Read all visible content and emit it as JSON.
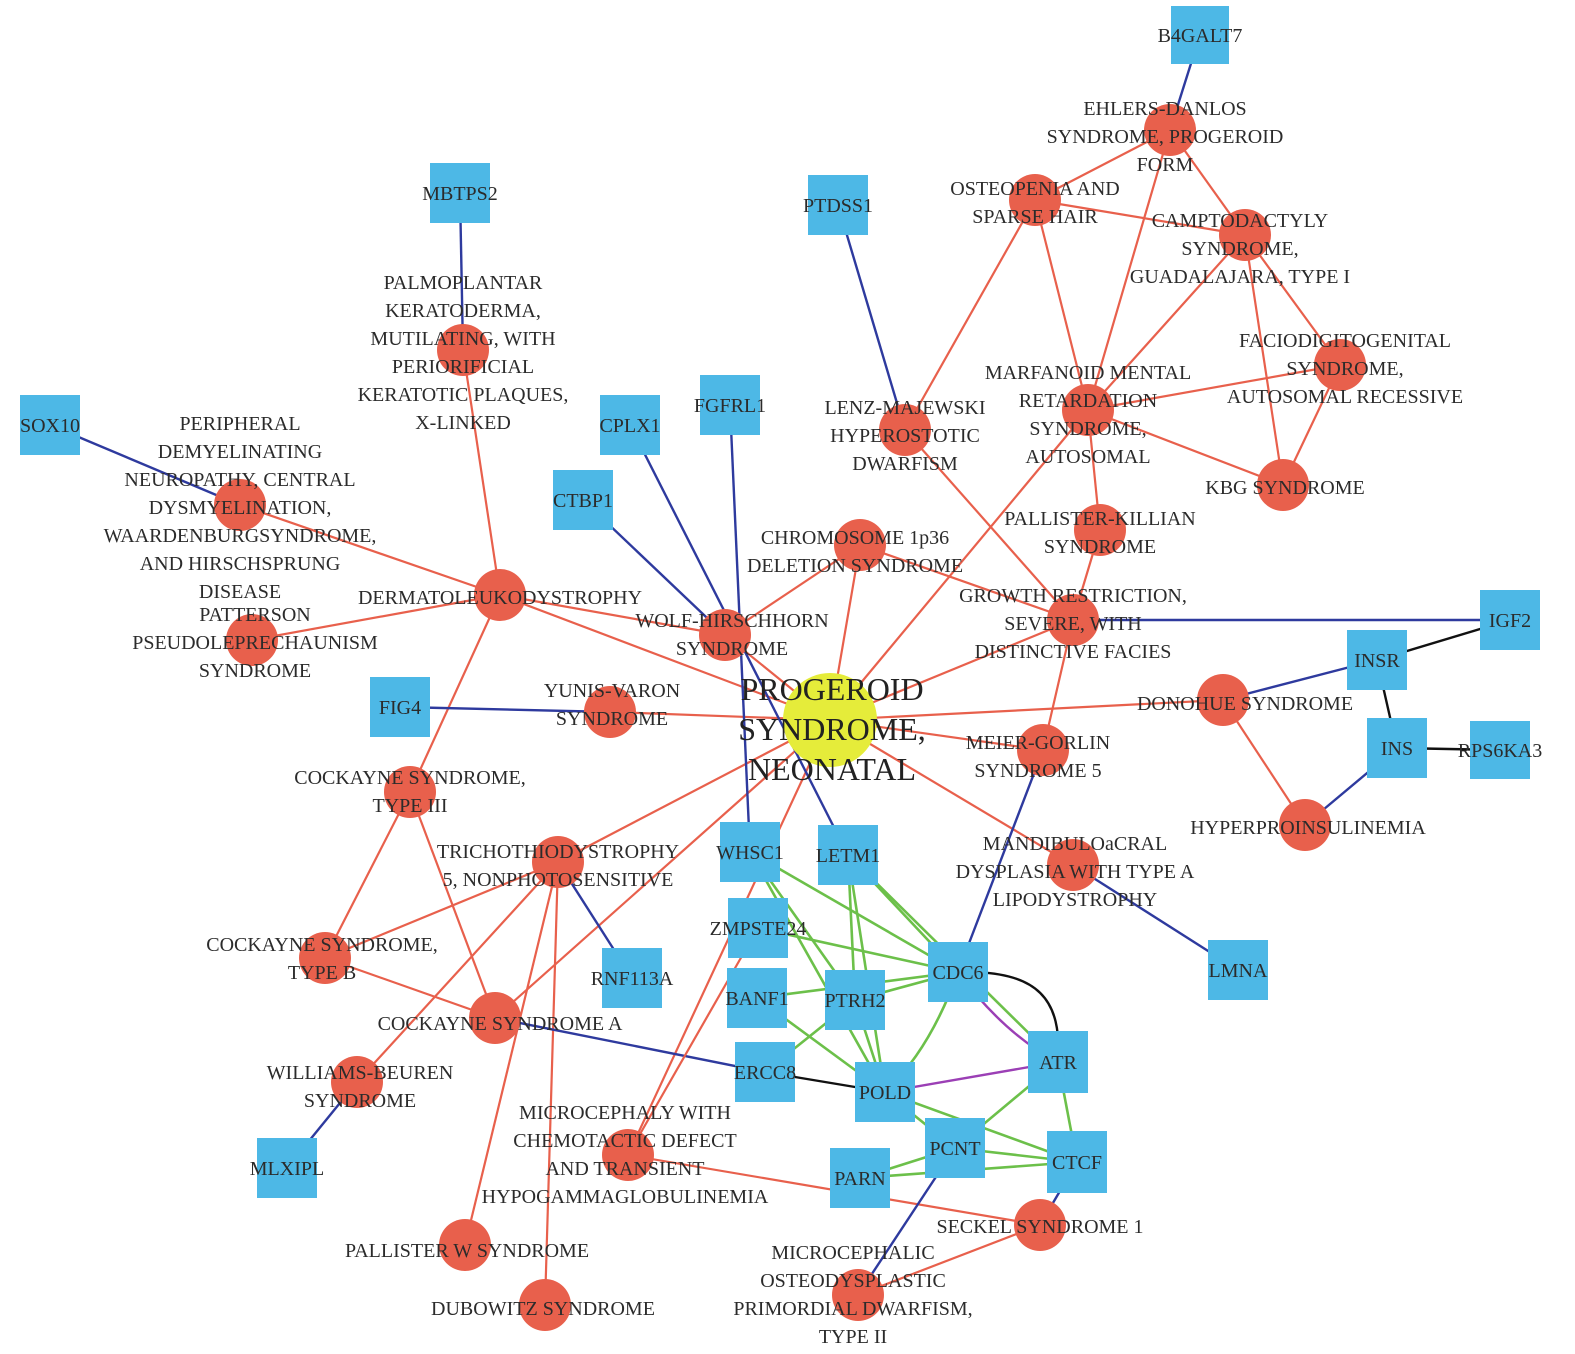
{
  "colors": {
    "disease_node": "#e8604c",
    "gene_node": "#4db8e6",
    "center_node": "#e5ec3a",
    "disease_edge": "#e8604c",
    "gene_disease_edge": "#2e3a9e",
    "gene_gene_green": "#6cc04a",
    "gene_gene_black": "#111111",
    "gene_gene_purple": "#9b3fb5"
  },
  "legend": [],
  "nodes": [
    {
      "id": "center",
      "type": "center",
      "lines": [
        "PROGEROID",
        "SYNDROME,",
        "NEONATAL"
      ]
    },
    {
      "id": "ehlers",
      "type": "disease",
      "lines": [
        "EHLERS-DANLOS",
        "SYNDROME, PROGEROID",
        "FORM"
      ]
    },
    {
      "id": "osteopenia",
      "type": "disease",
      "lines": [
        "OSTEOPENIA AND",
        "SPARSE HAIR"
      ]
    },
    {
      "id": "camptodactyly",
      "type": "disease",
      "lines": [
        "CAMPTODACTYLY",
        "SYNDROME,",
        "GUADALAJARA, TYPE I"
      ]
    },
    {
      "id": "faciodigito",
      "type": "disease",
      "lines": [
        "FACIODIGITOGENITAL",
        "SYNDROME,",
        "AUTOSOMAL RECESSIVE"
      ]
    },
    {
      "id": "marfanoid",
      "type": "disease",
      "lines": [
        "MARFANOID MENTAL",
        "RETARDATION",
        "SYNDROME,",
        "AUTOSOMAL"
      ]
    },
    {
      "id": "kbg",
      "type": "disease",
      "lines": [
        "KBG SYNDROME"
      ]
    },
    {
      "id": "lenz",
      "type": "disease",
      "lines": [
        "LENZ-MAJEWSKI",
        "HYPEROSTOTIC",
        "DWARFISM"
      ]
    },
    {
      "id": "pallisterk",
      "type": "disease",
      "lines": [
        "PALLISTER-KILLIAN",
        "SYNDROME"
      ]
    },
    {
      "id": "growth",
      "type": "disease",
      "lines": [
        "GROWTH RESTRICTION,",
        "SEVERE, WITH",
        "DISTINCTIVE FACIES"
      ]
    },
    {
      "id": "chromosome",
      "type": "disease",
      "lines": [
        "CHROMOSOME 1p36",
        "DELETION SYNDROME"
      ]
    },
    {
      "id": "wolf",
      "type": "disease",
      "lines": [
        "WOLF-HIRSCHHORN",
        "SYNDROME"
      ]
    },
    {
      "id": "palmoplantar",
      "type": "disease",
      "lines": [
        "PALMOPLANTAR",
        "KERATODERMA,",
        "MUTILATING, WITH",
        "PERIORIFICIAL",
        "KERATOTIC PLAQUES,",
        "X-LINKED"
      ]
    },
    {
      "id": "peripheral",
      "type": "disease",
      "lines": [
        "PERIPHERAL",
        "DEMYELINATING",
        "NEUROPATHY, CENTRAL",
        "DYSMYELINATION,",
        "WAARDENBURGSYNDROME,",
        "AND HIRSCHSPRUNG",
        "DISEASE"
      ]
    },
    {
      "id": "dermato",
      "type": "disease",
      "lines": [
        "DERMATOLEUKODYSTROPHY"
      ]
    },
    {
      "id": "patterson",
      "type": "disease",
      "lines": [
        "PATTERSON",
        "PSEUDOLEPRECHAUNISM",
        "SYNDROME"
      ]
    },
    {
      "id": "yunis",
      "type": "disease",
      "lines": [
        "YUNIS-VARON",
        "SYNDROME"
      ]
    },
    {
      "id": "donohue",
      "type": "disease",
      "lines": [
        "DONOHUE SYNDROME"
      ]
    },
    {
      "id": "meier",
      "type": "disease",
      "lines": [
        "MEIER-GORLIN",
        "SYNDROME 5"
      ]
    },
    {
      "id": "hyperpro",
      "type": "disease",
      "lines": [
        "HYPERPROINSULINEMIA"
      ]
    },
    {
      "id": "mandibulo",
      "type": "disease",
      "lines": [
        "MANDIBULOaCRAL",
        "DYSPLASIA WITH TYPE A",
        "LIPODYSTROPHY"
      ]
    },
    {
      "id": "cockayne3",
      "type": "disease",
      "lines": [
        "COCKAYNE SYNDROME,",
        "TYPE III"
      ]
    },
    {
      "id": "tricho",
      "type": "disease",
      "lines": [
        "TRICHOTHIODYSTROPHY",
        "5, NONPHOTOSENSITIVE"
      ]
    },
    {
      "id": "cockayneB",
      "type": "disease",
      "lines": [
        "COCKAYNE SYNDROME,",
        "TYPE B"
      ]
    },
    {
      "id": "cockayneA",
      "type": "disease",
      "lines": [
        "COCKAYNE SYNDROME A"
      ]
    },
    {
      "id": "williams",
      "type": "disease",
      "lines": [
        "WILLIAMS-BEUREN",
        "SYNDROME"
      ]
    },
    {
      "id": "microcephaly",
      "type": "disease",
      "lines": [
        "MICROCEPHALY WITH",
        "CHEMOTACTIC DEFECT",
        "AND TRANSIENT",
        "HYPOGAMMAGLOBULINEMIA"
      ]
    },
    {
      "id": "pallisterw",
      "type": "disease",
      "lines": [
        "PALLISTER W SYNDROME"
      ]
    },
    {
      "id": "dubowitz",
      "type": "disease",
      "lines": [
        "DUBOWITZ SYNDROME"
      ]
    },
    {
      "id": "microcephalic",
      "type": "disease",
      "lines": [
        "MICROCEPHALIC",
        "OSTEODYSPLASTIC",
        "PRIMORDIAL DWARFISM,",
        "TYPE II"
      ]
    },
    {
      "id": "seckel",
      "type": "disease",
      "lines": [
        "SECKEL SYNDROME 1"
      ]
    },
    {
      "id": "B4GALT7",
      "type": "gene",
      "lines": [
        "B4GALT7"
      ]
    },
    {
      "id": "PTDSS1",
      "type": "gene",
      "lines": [
        "PTDSS1"
      ]
    },
    {
      "id": "MBTPS2",
      "type": "gene",
      "lines": [
        "MBTPS2"
      ]
    },
    {
      "id": "SOX10",
      "type": "gene",
      "lines": [
        "SOX10"
      ]
    },
    {
      "id": "CPLX1",
      "type": "gene",
      "lines": [
        "CPLX1"
      ]
    },
    {
      "id": "FGFRL1",
      "type": "gene",
      "lines": [
        "FGFRL1"
      ]
    },
    {
      "id": "CTBP1",
      "type": "gene",
      "lines": [
        "CTBP1"
      ]
    },
    {
      "id": "IGF2",
      "type": "gene",
      "lines": [
        "IGF2"
      ]
    },
    {
      "id": "INSR",
      "type": "gene",
      "lines": [
        "INSR"
      ]
    },
    {
      "id": "INS",
      "type": "gene",
      "lines": [
        "INS"
      ]
    },
    {
      "id": "RPS6KA3",
      "type": "gene",
      "lines": [
        "RPS6KA3"
      ]
    },
    {
      "id": "FIG4",
      "type": "gene",
      "lines": [
        "FIG4"
      ]
    },
    {
      "id": "WHSC1",
      "type": "gene",
      "lines": [
        "WHSC1"
      ]
    },
    {
      "id": "LETM1",
      "type": "gene",
      "lines": [
        "LETM1"
      ]
    },
    {
      "id": "ZMPSTE24",
      "type": "gene",
      "lines": [
        "ZMPSTE24"
      ]
    },
    {
      "id": "RNF113A",
      "type": "gene",
      "lines": [
        "RNF113A"
      ]
    },
    {
      "id": "CDC6",
      "type": "gene",
      "lines": [
        "CDC6"
      ]
    },
    {
      "id": "LMNA",
      "type": "gene",
      "lines": [
        "LMNA"
      ]
    },
    {
      "id": "BANF1",
      "type": "gene",
      "lines": [
        "BANF1"
      ]
    },
    {
      "id": "PTRH2",
      "type": "gene",
      "lines": [
        "PTRH2"
      ]
    },
    {
      "id": "ATR",
      "type": "gene",
      "lines": [
        "ATR"
      ]
    },
    {
      "id": "ERCC8",
      "type": "gene",
      "lines": [
        "ERCC8"
      ]
    },
    {
      "id": "POLD",
      "type": "gene",
      "lines": [
        "POLD"
      ]
    },
    {
      "id": "PCNT",
      "type": "gene",
      "lines": [
        "PCNT"
      ]
    },
    {
      "id": "PARN",
      "type": "gene",
      "lines": [
        "PARN"
      ]
    },
    {
      "id": "CTCF",
      "type": "gene",
      "lines": [
        "CTCF"
      ]
    },
    {
      "id": "MLXIPL",
      "type": "gene",
      "lines": [
        "MLXIPL"
      ]
    }
  ],
  "edges": [
    [
      "center",
      "chromosome",
      "disease"
    ],
    [
      "center",
      "wolf",
      "disease"
    ],
    [
      "center",
      "growth",
      "disease"
    ],
    [
      "center",
      "yunis",
      "disease"
    ],
    [
      "center",
      "donohue",
      "disease"
    ],
    [
      "center",
      "meier",
      "disease"
    ],
    [
      "center",
      "mandibulo",
      "disease"
    ],
    [
      "center",
      "tricho",
      "disease"
    ],
    [
      "center",
      "dermato",
      "disease"
    ],
    [
      "center",
      "cockayneA",
      "disease"
    ],
    [
      "center",
      "marfanoid",
      "disease"
    ],
    [
      "center",
      "microcephaly",
      "disease"
    ],
    [
      "ehlers",
      "camptodactyly",
      "disease"
    ],
    [
      "ehlers",
      "marfanoid",
      "disease"
    ],
    [
      "ehlers",
      "osteopenia",
      "disease"
    ],
    [
      "osteopenia",
      "camptodactyly",
      "disease"
    ],
    [
      "osteopenia",
      "marfanoid",
      "disease"
    ],
    [
      "osteopenia",
      "lenz",
      "disease"
    ],
    [
      "camptodactyly",
      "marfanoid",
      "disease"
    ],
    [
      "camptodactyly",
      "faciodigito",
      "disease"
    ],
    [
      "camptodactyly",
      "kbg",
      "disease"
    ],
    [
      "faciodigito",
      "marfanoid",
      "disease"
    ],
    [
      "faciodigito",
      "kbg",
      "disease"
    ],
    [
      "marfanoid",
      "kbg",
      "disease"
    ],
    [
      "marfanoid",
      "pallisterk",
      "disease"
    ],
    [
      "lenz",
      "growth",
      "disease"
    ],
    [
      "pallisterk",
      "growth",
      "disease"
    ],
    [
      "growth",
      "chromosome",
      "disease"
    ],
    [
      "growth",
      "meier",
      "disease"
    ],
    [
      "chromosome",
      "wolf",
      "disease"
    ],
    [
      "wolf",
      "dermato",
      "disease"
    ],
    [
      "palmoplantar",
      "dermato",
      "disease"
    ],
    [
      "peripheral",
      "dermato",
      "disease"
    ],
    [
      "dermato",
      "patterson",
      "disease"
    ],
    [
      "dermato",
      "cockayne3",
      "disease"
    ],
    [
      "cockayne3",
      "cockayneB",
      "disease"
    ],
    [
      "cockayne3",
      "cockayneA",
      "disease"
    ],
    [
      "tricho",
      "cockayneB",
      "disease"
    ],
    [
      "tricho",
      "williams",
      "disease"
    ],
    [
      "tricho",
      "pallisterw",
      "disease"
    ],
    [
      "tricho",
      "dubowitz",
      "disease"
    ],
    [
      "cockayneB",
      "cockayneA",
      "disease"
    ],
    [
      "donohue",
      "hyperpro",
      "disease"
    ],
    [
      "microcephaly",
      "seckel",
      "disease"
    ],
    [
      "microcephalic",
      "seckel",
      "disease"
    ],
    [
      "B4GALT7",
      "ehlers",
      "gene"
    ],
    [
      "PTDSS1",
      "lenz",
      "gene"
    ],
    [
      "MBTPS2",
      "palmoplantar",
      "gene"
    ],
    [
      "SOX10",
      "peripheral",
      "gene"
    ],
    [
      "CPLX1",
      "LETM1",
      "gene"
    ],
    [
      "FGFRL1",
      "WHSC1",
      "gene"
    ],
    [
      "CTBP1",
      "wolf",
      "gene"
    ],
    [
      "IGF2",
      "growth",
      "gene"
    ],
    [
      "INSR",
      "donohue",
      "gene"
    ],
    [
      "INS",
      "hyperpro",
      "gene"
    ],
    [
      "FIG4",
      "yunis",
      "gene"
    ],
    [
      "tricho",
      "RNF113A",
      "gene"
    ],
    [
      "meier",
      "CDC6",
      "gene"
    ],
    [
      "mandibulo",
      "LMNA",
      "gene"
    ],
    [
      "cockayneA",
      "ERCC8",
      "gene"
    ],
    [
      "seckel",
      "CTCF",
      "gene"
    ],
    [
      "microcephalic",
      "PCNT",
      "gene"
    ],
    [
      "williams",
      "MLXIPL",
      "gene"
    ],
    [
      "microcephaly",
      "ZMPSTE24",
      "disease"
    ],
    [
      "IGF2",
      "INSR",
      "black"
    ],
    [
      "INSR",
      "INS",
      "black"
    ],
    [
      "INS",
      "RPS6KA3",
      "black"
    ],
    [
      "ERCC8",
      "POLD",
      "black"
    ],
    [
      "CDC6",
      "ATR",
      "black"
    ],
    [
      "CDC6",
      "ATR",
      "purple"
    ],
    [
      "POLD",
      "ATR",
      "purple"
    ],
    [
      "WHSC1",
      "CDC6",
      "green"
    ],
    [
      "WHSC1",
      "PTRH2",
      "green"
    ],
    [
      "WHSC1",
      "POLD",
      "green"
    ],
    [
      "LETM1",
      "PTRH2",
      "green"
    ],
    [
      "LETM1",
      "CDC6",
      "green"
    ],
    [
      "LETM1",
      "POLD",
      "green"
    ],
    [
      "LETM1",
      "ATR",
      "green"
    ],
    [
      "ZMPSTE24",
      "CDC6",
      "green"
    ],
    [
      "BANF1",
      "CDC6",
      "green"
    ],
    [
      "BANF1",
      "POLD",
      "green"
    ],
    [
      "PTRH2",
      "CDC6",
      "green"
    ],
    [
      "PTRH2",
      "POLD",
      "green"
    ],
    [
      "CDC6",
      "POLD",
      "green"
    ],
    [
      "POLD",
      "PCNT",
      "green"
    ],
    [
      "POLD",
      "CTCF",
      "green"
    ],
    [
      "ATR",
      "PCNT",
      "green"
    ],
    [
      "ATR",
      "CTCF",
      "green"
    ],
    [
      "PARN",
      "PCNT",
      "green"
    ],
    [
      "PARN",
      "CTCF",
      "green"
    ],
    [
      "PCNT",
      "CTCF",
      "green"
    ],
    [
      "ERCC8",
      "PTRH2",
      "green"
    ]
  ]
}
